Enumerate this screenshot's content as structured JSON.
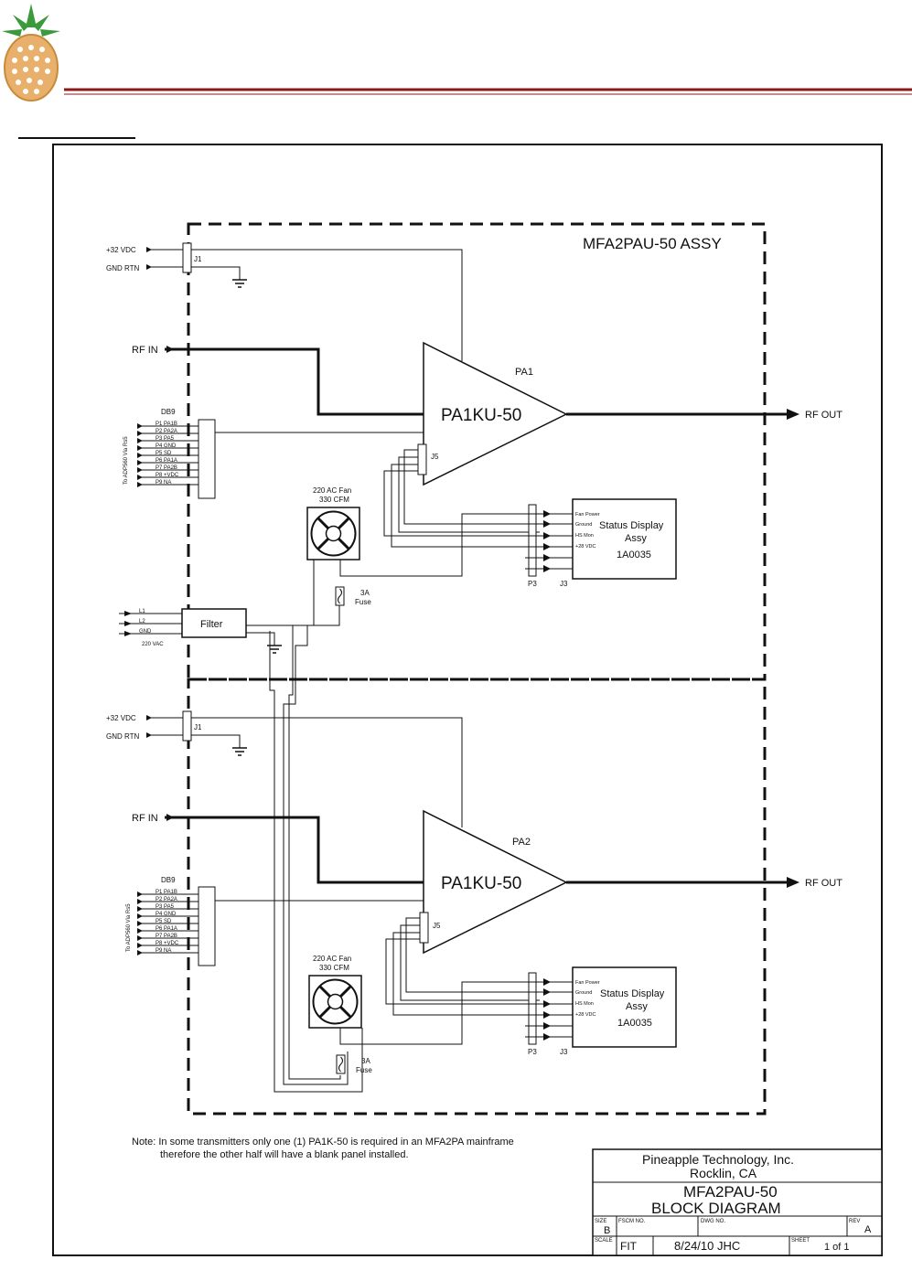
{
  "colors": {
    "rule": "#8b1a1a",
    "logo_fruit": "#e8b06a",
    "logo_leaf": "#3b9a3b",
    "logo_outline": "#c98a3c",
    "ink": "#111111"
  },
  "assembly_label": "MFA2PAU-50 ASSY",
  "units": [
    {
      "pin_32vdc": "+32 VDC",
      "pin_gnd": "GND RTN",
      "conn_j1": "J1",
      "rf_in": "RF IN",
      "rf_out": "RF OUT",
      "amp_ref": "PA1",
      "amp_model": "PA1KU-50",
      "conn_j5": "J5",
      "db9_label": "DB9",
      "db9_side": "To ADP560 Via Rs5",
      "db9_pins": [
        "P1  PA1B",
        "P2  PA2A",
        "P3  PA5",
        "P4  GND",
        "P5  SD",
        "P6  PA1A",
        "P7  PA2B",
        "P8  +VDC",
        "P9  NA"
      ],
      "fan_line1": "220 AC Fan",
      "fan_line2": "330 CFM",
      "fuse_line1": "3A",
      "fuse_line2": "Fuse",
      "status_pins": [
        "Fan Power",
        "Ground",
        "HS Mon",
        "+28 VDC"
      ],
      "status_line1": "Status Display",
      "status_line2": "Assy",
      "status_part": "1A0035",
      "conn_p3": "P3",
      "conn_j3": "J3"
    },
    {
      "pin_32vdc": "+32 VDC",
      "pin_gnd": "GND RTN",
      "conn_j1": "J1",
      "rf_in": "RF IN",
      "rf_out": "RF OUT",
      "amp_ref": "PA2",
      "amp_model": "PA1KU-50",
      "conn_j5": "J5",
      "db9_label": "DB9",
      "db9_side": "To ADP560 Via Rs5",
      "db9_pins": [
        "P1  PA1B",
        "P2  PA2A",
        "P3  PA5",
        "P4  GND",
        "P5  SD",
        "P6  PA1A",
        "P7  PA2B",
        "P8  +VDC",
        "P9  NA"
      ],
      "fan_line1": "220 AC Fan",
      "fan_line2": "330 CFM",
      "fuse_line1": "3A",
      "fuse_line2": "Fuse",
      "status_pins": [
        "Fan Power",
        "Ground",
        "HS Mon",
        "+28 VDC"
      ],
      "status_line1": "Status Display",
      "status_line2": "Assy",
      "status_part": "1A0035",
      "conn_p3": "P3",
      "conn_j3": "J3"
    }
  ],
  "filter": {
    "label": "Filter",
    "inputs": [
      "L1",
      "L2",
      "GND"
    ],
    "vac": "220 VAC"
  },
  "note": {
    "line1": "Note: In some transmitters only one (1) PA1K-50 is required in an MFA2PA mainframe",
    "line2": "therefore the other half will have a blank panel installed."
  },
  "title_block": {
    "company": "Pineapple Technology, Inc.",
    "location": "Rocklin, CA",
    "drawing_title1": "MFA2PAU-50",
    "drawing_title2": "BLOCK DIAGRAM",
    "size_label": "SIZE",
    "size_value": "B",
    "fscm_label": "FSCM NO.",
    "dwg_label": "DWG NO.",
    "rev_label": "REV",
    "rev_value": "A",
    "scale_label": "SCALE",
    "scale_value": "FIT",
    "date_value": "8/24/10 JHC",
    "sheet_label": "SHEET",
    "sheet_value": "1 of 1"
  }
}
